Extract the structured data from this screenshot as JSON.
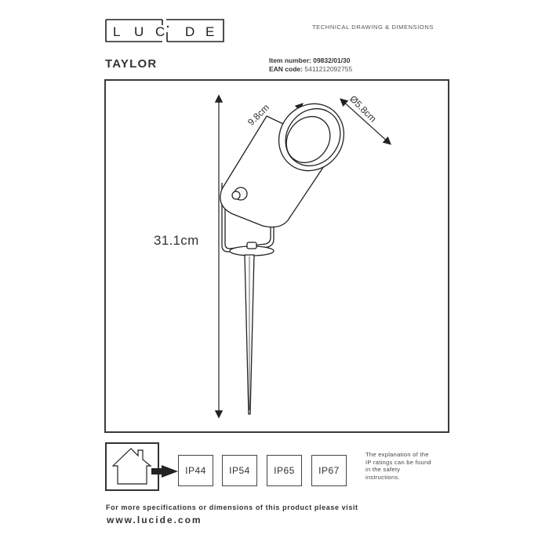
{
  "brand": {
    "logo_letters": [
      "L",
      "U",
      "C",
      "i",
      "D",
      "E"
    ],
    "logo_text": "LUCIDE"
  },
  "header": {
    "doc_type": "TECHNICAL DRAWING & DIMENSIONS",
    "product_name": "TAYLOR",
    "item_number_label": "Item number:",
    "item_number_value": "09832/01/30",
    "ean_label": "EAN code:",
    "ean_value": "5411212092755"
  },
  "drawing": {
    "height_label": "31.1cm",
    "length_label": "9.8cm",
    "diameter_label": "Ø5.8cm",
    "line_color": "#2a2a2a",
    "frame_color": "#3a3a3a"
  },
  "ip_section": {
    "icon": "house-icon",
    "arrow_icon": "arrow-right-icon",
    "ratings": [
      "IP44",
      "IP54",
      "IP65",
      "IP67"
    ],
    "note_lines": [
      "The explanation of the",
      "IP ratings can be found",
      "in the safety",
      "instructions."
    ]
  },
  "footer": {
    "text": "For more specifications or dimensions of this product please visit",
    "url": "www.lucide.com"
  }
}
